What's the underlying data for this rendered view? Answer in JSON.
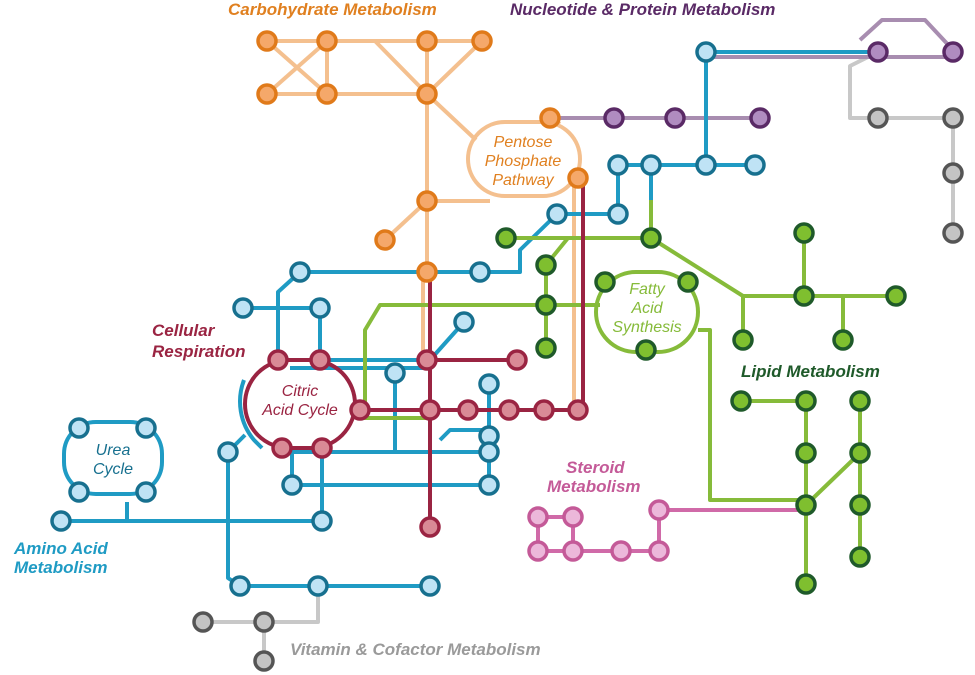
{
  "title": "Metabolic Pathways Metro Map",
  "colors": {
    "carbohydrate": {
      "line": "#f4c08f",
      "node": "#f5a86a",
      "stroke": "#e07a1a",
      "text": "#e08020"
    },
    "nucleotide": {
      "line": "#a88db0",
      "node": "#b08cc0",
      "stroke": "#5a2a66",
      "text": "#5a2a66"
    },
    "amino": {
      "line": "#1f9bc4",
      "node": "#bfe3f5",
      "stroke": "#17708f",
      "text": "#1f9bc4"
    },
    "respiration": {
      "line": "#9a2442",
      "node": "#d98a96",
      "stroke": "#9a2442",
      "text": "#9a2442"
    },
    "lipid": {
      "line": "#86bb3a",
      "node": "#7fbf2f",
      "stroke": "#1f5a2a",
      "text": "#1f5a2a",
      "inner_text": "#86bb3a"
    },
    "steroid": {
      "line": "#d06aa8",
      "node": "#ecb8da",
      "stroke": "#c45a98",
      "text": "#c45a98"
    },
    "vitamin": {
      "line": "#c8c8c8",
      "node": "#c4c4c4",
      "stroke": "#555555",
      "text": "#9a9a9a"
    }
  },
  "labels": {
    "carbohydrate": "Carbohydrate Metabolism",
    "nucleotide": "Nucleotide & Protein Metabolism",
    "respiration_1": "Cellular",
    "respiration_2": "Respiration",
    "lipid": "Lipid Metabolism",
    "steroid_1": "Steroid",
    "steroid_2": "Metabolism",
    "amino_1": "Amino Acid",
    "amino_2": "Metabolism",
    "vitamin": "Vitamin & Cofactor Metabolism"
  },
  "cycles": {
    "pentose_1": "Pentose",
    "pentose_2": "Phosphate",
    "pentose_3": "Pathway",
    "citric_1": "Citric",
    "citric_2": "Acid Cycle",
    "fatty_1": "Fatty",
    "fatty_2": "Acid",
    "fatty_3": "Synthesis",
    "urea_1": "Urea",
    "urea_2": "Cycle"
  },
  "pathways": [
    {
      "id": "carbohydrate",
      "name": "Carbohydrate Metabolism",
      "node_count": 12
    },
    {
      "id": "nucleotide",
      "name": "Nucleotide & Protein Metabolism",
      "node_count": 5
    },
    {
      "id": "amino",
      "name": "Amino Acid Metabolism",
      "node_count": 34
    },
    {
      "id": "respiration",
      "name": "Cellular Respiration",
      "node_count": 12
    },
    {
      "id": "lipid",
      "name": "Lipid Metabolism",
      "node_count": 25
    },
    {
      "id": "steroid",
      "name": "Steroid Metabolism",
      "node_count": 7
    },
    {
      "id": "vitamin",
      "name": "Vitamin & Cofactor Metabolism",
      "node_count": 7
    }
  ]
}
